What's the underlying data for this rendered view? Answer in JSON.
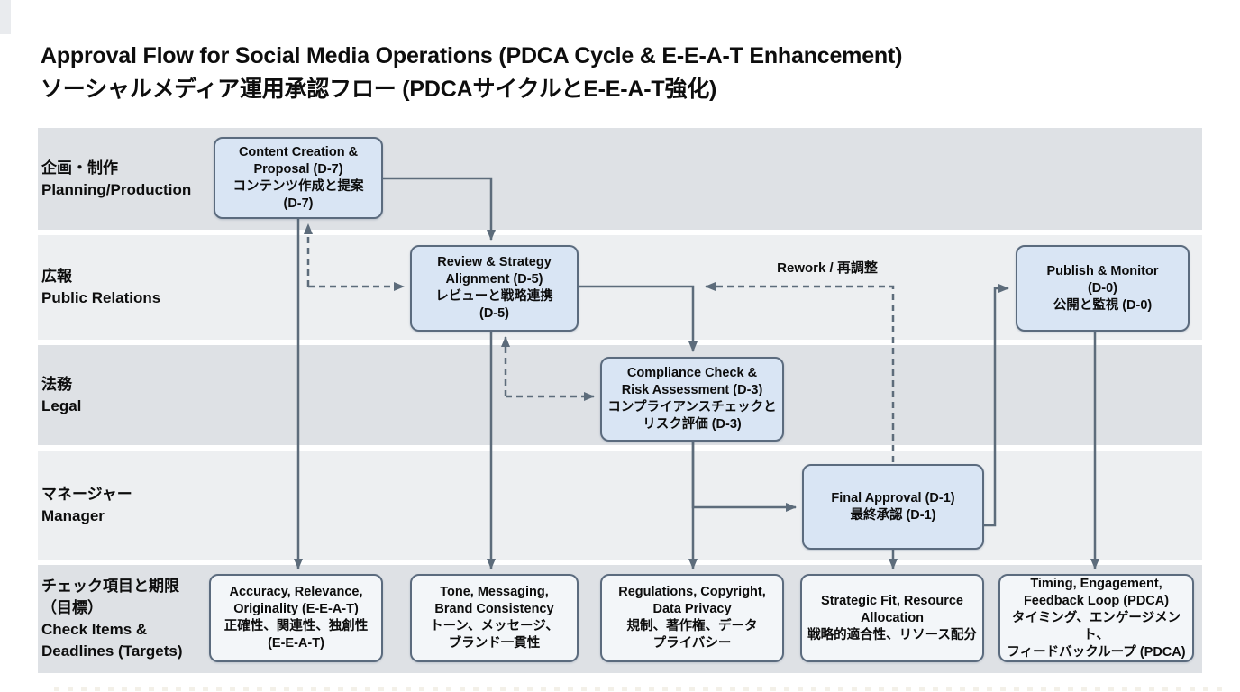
{
  "title": {
    "line1": "Approval Flow for Social Media Operations (PDCA Cycle & E-E-A-T Enhancement)",
    "line2": "ソーシャルメディア運用承認フロー (PDCAサイクルとE-E-A-T強化)"
  },
  "lanes": [
    {
      "id": "planning",
      "label_lines": [
        "企画・制作",
        "Planning/Production"
      ]
    },
    {
      "id": "pr",
      "label_lines": [
        "広報",
        "Public Relations"
      ]
    },
    {
      "id": "legal",
      "label_lines": [
        "法務",
        "Legal"
      ]
    },
    {
      "id": "manager",
      "label_lines": [
        "マネージャー",
        "Manager"
      ]
    },
    {
      "id": "checks",
      "label_lines": [
        "チェック項目と期限",
        "（目標）",
        "Check Items &",
        "Deadlines (Targets)"
      ]
    }
  ],
  "nodes": {
    "content": {
      "lines": [
        "Content Creation &",
        "Proposal (D-7)",
        "コンテンツ作成と提案",
        "(D-7)"
      ]
    },
    "review": {
      "lines": [
        "Review & Strategy",
        "Alignment (D-5)",
        "レビューと戦略連携",
        "(D-5)"
      ]
    },
    "compliance": {
      "lines": [
        "Compliance Check &",
        "Risk Assessment (D-3)",
        "コンプライアンスチェックと",
        "リスク評価 (D-3)"
      ]
    },
    "final": {
      "lines": [
        "Final Approval (D-1)",
        "最終承認 (D-1)"
      ]
    },
    "publish": {
      "lines": [
        "Publish & Monitor",
        "(D-0)",
        "公開と監視 (D-0)"
      ]
    },
    "check1": {
      "lines": [
        "Accuracy, Relevance,",
        "Originality (E-E-A-T)",
        "正確性、関連性、独創性",
        "(E-E-A-T)"
      ]
    },
    "check2": {
      "lines": [
        "Tone, Messaging,",
        "Brand Consistency",
        "トーン、メッセージ、",
        "ブランド一貫性"
      ]
    },
    "check3": {
      "lines": [
        "Regulations, Copyright,",
        "Data Privacy",
        "規制、著作権、データ",
        "プライバシー"
      ]
    },
    "check4": {
      "lines": [
        "Strategic Fit, Resource",
        "Allocation",
        "戦略的適合性、リソース配分"
      ]
    },
    "check5": {
      "lines": [
        "Timing, Engagement,",
        "Feedback Loop (PDCA)",
        "タイミング、エンゲージメント、",
        "フィードバックループ (PDCA)"
      ]
    }
  },
  "labels": {
    "rework": "Rework / 再調整"
  },
  "colors": {
    "lane_dark": "#dee1e5",
    "lane_light": "#edeff1",
    "node_fill": "#d9e5f4",
    "node_border": "#5b6b7e",
    "check_fill": "#f3f6f9",
    "arrow": "#5d6c7b"
  }
}
